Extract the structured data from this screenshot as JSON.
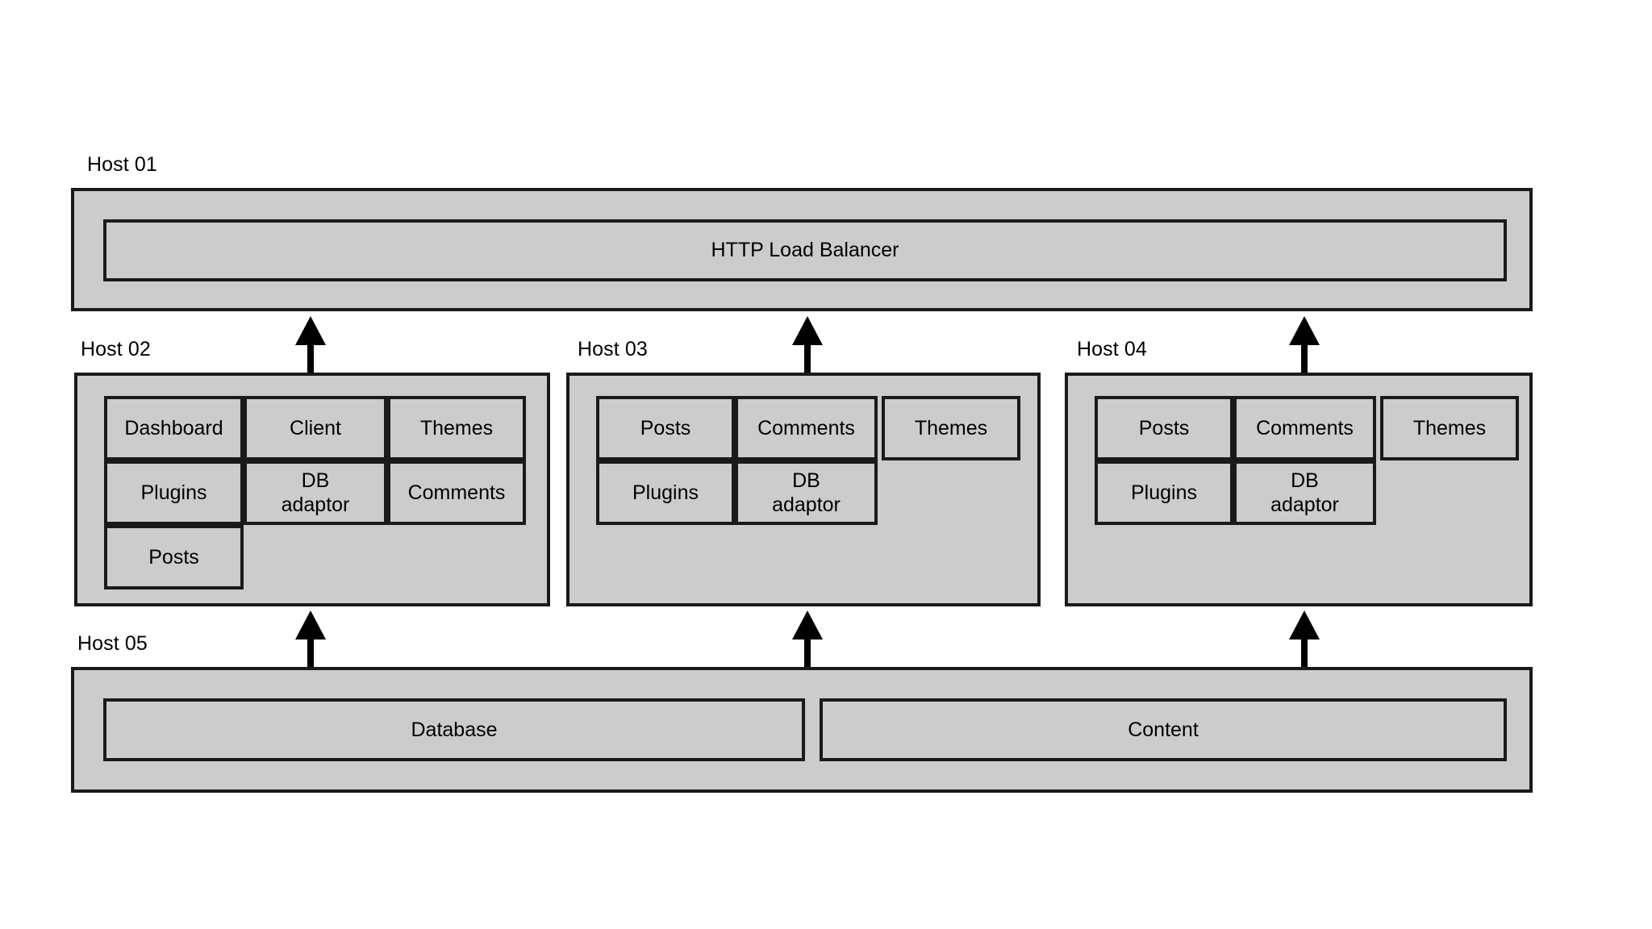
{
  "diagram": {
    "title": "Distributed WordPress deployment across five hosts",
    "fill_color": "#cccccc",
    "stroke_color": "#1a1a1a",
    "background_color": "#ffffff",
    "arrow_color": "#000000"
  },
  "hosts": [
    {
      "id": "host-01",
      "label": "Host 01",
      "services": [
        {
          "name": "http-load-balancer",
          "label": "HTTP Load Balancer"
        }
      ]
    },
    {
      "id": "host-02",
      "label": "Host 02",
      "modules": [
        {
          "name": "dashboard",
          "label": "Dashboard"
        },
        {
          "name": "client",
          "label": "Client"
        },
        {
          "name": "themes",
          "label": "Themes"
        },
        {
          "name": "plugins",
          "label": "Plugins"
        },
        {
          "name": "db-adaptor",
          "label": "DB\nadaptor"
        },
        {
          "name": "comments",
          "label": "Comments"
        },
        {
          "name": "posts",
          "label": "Posts"
        }
      ]
    },
    {
      "id": "host-03",
      "label": "Host 03",
      "modules": [
        {
          "name": "posts",
          "label": "Posts"
        },
        {
          "name": "comments",
          "label": "Comments"
        },
        {
          "name": "themes",
          "label": "Themes"
        },
        {
          "name": "plugins",
          "label": "Plugins"
        },
        {
          "name": "db-adaptor",
          "label": "DB\nadaptor"
        }
      ]
    },
    {
      "id": "host-04",
      "label": "Host 04",
      "modules": [
        {
          "name": "posts",
          "label": "Posts"
        },
        {
          "name": "comments",
          "label": "Comments"
        },
        {
          "name": "themes",
          "label": "Themes"
        },
        {
          "name": "plugins",
          "label": "Plugins"
        },
        {
          "name": "db-adaptor",
          "label": "DB\nadaptor"
        }
      ]
    },
    {
      "id": "host-05",
      "label": "Host 05",
      "services": [
        {
          "name": "database",
          "label": "Database"
        },
        {
          "name": "content",
          "label": "Content"
        }
      ]
    }
  ],
  "connections": [
    {
      "name": "host02-to-host01",
      "from": "Host 02",
      "to": "Host 01",
      "direction": "up"
    },
    {
      "name": "host03-to-host01",
      "from": "Host 03",
      "to": "Host 01",
      "direction": "up"
    },
    {
      "name": "host04-to-host01",
      "from": "Host 04",
      "to": "Host 01",
      "direction": "up"
    },
    {
      "name": "host05-to-host02",
      "from": "Host 05",
      "to": "Host 02",
      "direction": "up"
    },
    {
      "name": "host05-to-host03",
      "from": "Host 05",
      "to": "Host 03",
      "direction": "up"
    },
    {
      "name": "host05-to-host04",
      "from": "Host 05",
      "to": "Host 04",
      "direction": "up"
    }
  ],
  "labels": {
    "host01": "Host 01",
    "host02": "Host 02",
    "host03": "Host 03",
    "host04": "Host 04",
    "host05": "Host 05",
    "http_load_balancer": "HTTP Load Balancer",
    "database": "Database",
    "content": "Content",
    "h2_dashboard": "Dashboard",
    "h2_client": "Client",
    "h2_themes": "Themes",
    "h2_plugins": "Plugins",
    "h2_db_adaptor_line1": "DB",
    "h2_db_adaptor_line2": "adaptor",
    "h2_comments": "Comments",
    "h2_posts": "Posts",
    "h3_posts": "Posts",
    "h3_comments": "Comments",
    "h3_themes": "Themes",
    "h3_plugins": "Plugins",
    "h3_db_adaptor_line1": "DB",
    "h3_db_adaptor_line2": "adaptor",
    "h4_posts": "Posts",
    "h4_comments": "Comments",
    "h4_themes": "Themes",
    "h4_plugins": "Plugins",
    "h4_db_adaptor_line1": "DB",
    "h4_db_adaptor_line2": "adaptor"
  }
}
